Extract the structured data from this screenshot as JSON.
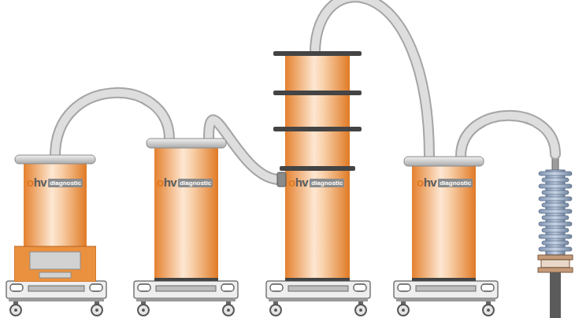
{
  "diagram": {
    "nodes": [
      {
        "text": [
          "ohv",
          "diagnostic"
        ]
      },
      {
        "text": [
          "ohv",
          "diagnostic"
        ]
      },
      {
        "text": [
          "ohv",
          "diagnostic"
        ]
      },
      {
        "text": [
          "ohv",
          "diagnostic"
        ]
      }
    ],
    "edges": [
      {
        "from": 0,
        "to": 1,
        "arrow": "none"
      },
      {
        "from": 1,
        "to": 2,
        "arrow": "none"
      },
      {
        "from": 2,
        "to": 3,
        "arrow": "none"
      }
    ]
  }
}
